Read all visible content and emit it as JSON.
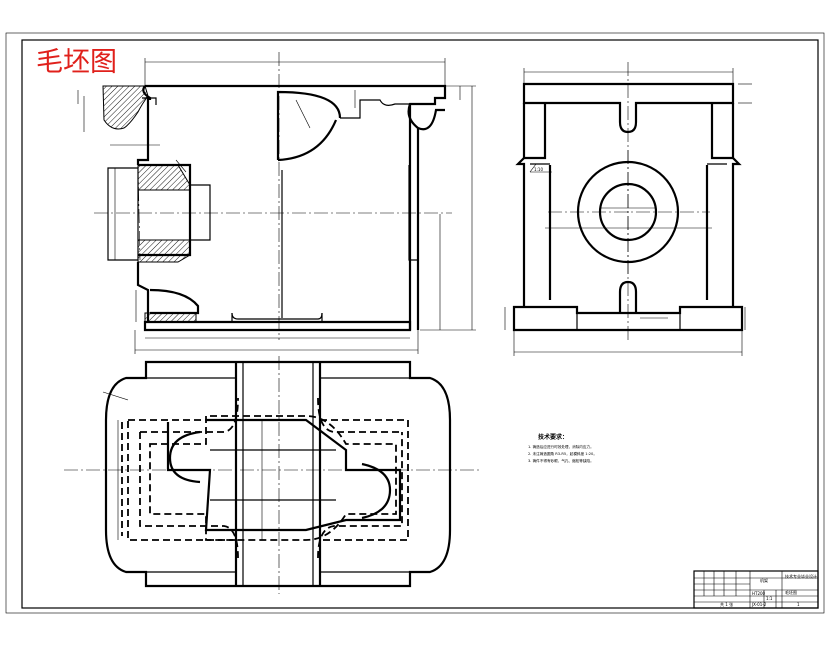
{
  "stamp": {
    "text": "毛坯图",
    "color": "#e0201b"
  },
  "colors": {
    "line": "#000000",
    "paper": "#ffffff",
    "stamp": "#e0201b"
  },
  "notes": {
    "heading": "技术要求：",
    "items": [
      "1. 铸造后应进行时效处理，消除内应力。",
      "2. 未注铸造圆角 R3-R5，起模斜度 1:20。",
      "3. 铸件不得有砂眼、气孔、缩松等缺陷。"
    ]
  },
  "dimensions": {
    "slope": "1:10",
    "side_taper": "1:10"
  },
  "title_block": {
    "part_name": "机架",
    "drawing_no": "毛坯图",
    "company": "技术专业毕业设计",
    "material": "HT200",
    "scale": "1:1",
    "sheet": "共 1 张",
    "code": "JX-01-2",
    "qty": "1"
  }
}
